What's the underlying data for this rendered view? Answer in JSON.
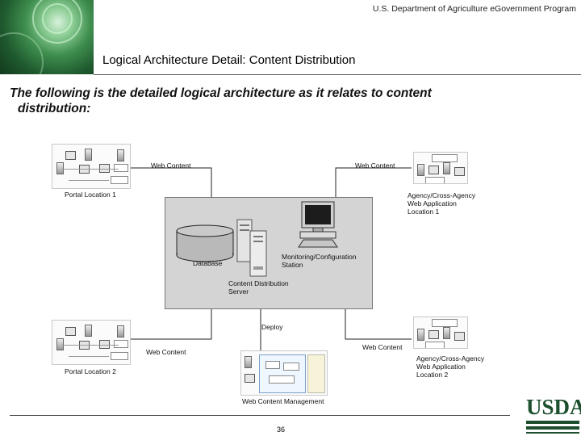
{
  "header": {
    "agency": "U.S. Department of Agriculture eGovernment Program",
    "title": "Logical Architecture Detail: Content Distribution"
  },
  "intro": {
    "line1": "The following is the detailed logical architecture as it relates to content",
    "line2": "distribution:"
  },
  "diagram": {
    "portal_top": "Portal Location 1",
    "portal_bottom": "Portal Location 2",
    "agency_top": [
      "Agency/Cross-Agency",
      "Web Application",
      "Location 1"
    ],
    "agency_bottom": [
      "Agency/Cross-Agency",
      "Web Application",
      "Location 2"
    ],
    "edge_web_content_top_left": "Web Content",
    "edge_web_content_top_right": "Web Content",
    "edge_web_content_bottom_left": "Web Content",
    "edge_web_content_bottom_right": "Web Content",
    "database": "Database",
    "monitoring": [
      "Monitoring/Configuration",
      "Station"
    ],
    "cds": [
      "Content Distribution",
      "Server"
    ],
    "deploy": "Deploy",
    "wcm": "Web Content Management"
  },
  "footer": {
    "page_number": "36",
    "logo_text": "USDA"
  }
}
